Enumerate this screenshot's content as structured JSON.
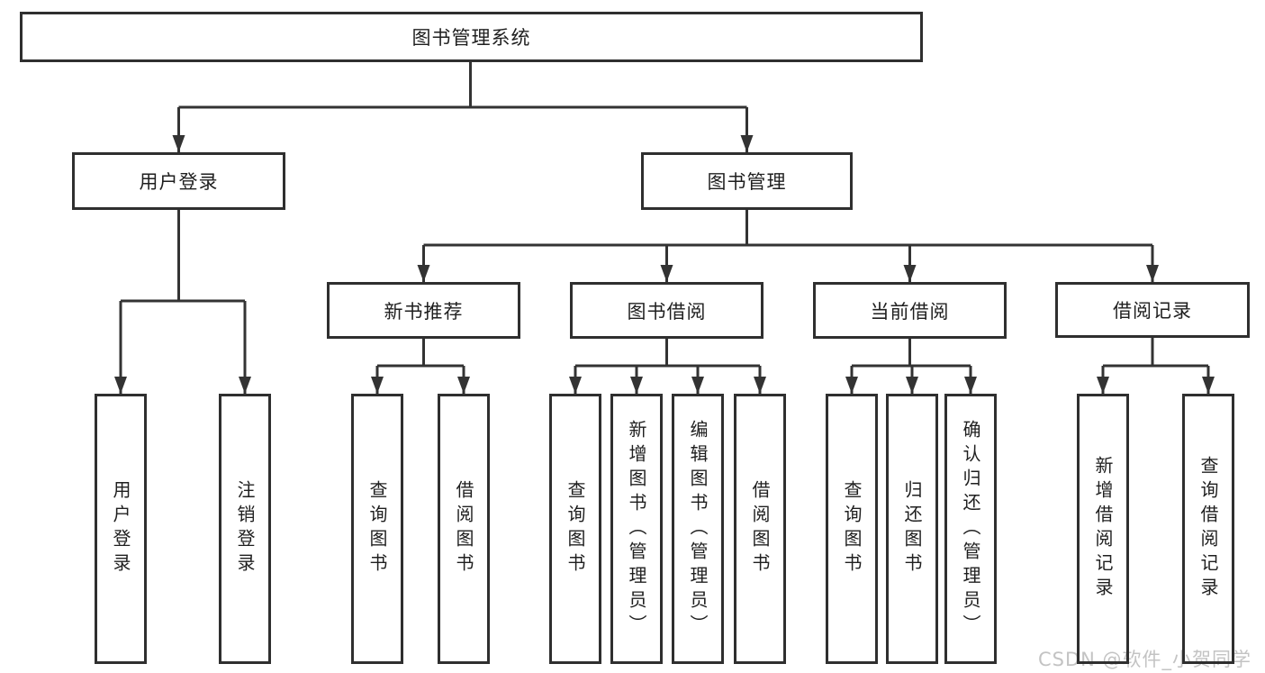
{
  "diagram": {
    "root": {
      "label": "图书管理系统"
    },
    "level2": [
      {
        "label": "用户登录"
      },
      {
        "label": "图书管理"
      }
    ],
    "level3": [
      {
        "label": "新书推荐",
        "parent": "图书管理"
      },
      {
        "label": "图书借阅",
        "parent": "图书管理"
      },
      {
        "label": "当前借阅",
        "parent": "图书管理"
      },
      {
        "label": "借阅记录",
        "parent": "图书管理"
      }
    ],
    "leaves": [
      {
        "label": "用户登录",
        "parent": "用户登录"
      },
      {
        "label": "注销登录",
        "parent": "用户登录"
      },
      {
        "label": "查询图书",
        "parent": "新书推荐"
      },
      {
        "label": "借阅图书",
        "parent": "新书推荐"
      },
      {
        "label": "查询图书",
        "parent": "图书借阅"
      },
      {
        "label": "新增图书（管理员）",
        "parent": "图书借阅"
      },
      {
        "label": "编辑图书（管理员）",
        "parent": "图书借阅"
      },
      {
        "label": "借阅图书",
        "parent": "图书借阅"
      },
      {
        "label": "查询图书",
        "parent": "当前借阅"
      },
      {
        "label": "归还图书",
        "parent": "当前借阅"
      },
      {
        "label": "确认归还（管理员）",
        "parent": "当前借阅"
      },
      {
        "label": "新增借阅记录",
        "parent": "借阅记录"
      },
      {
        "label": "查询借阅记录",
        "parent": "借阅记录"
      }
    ],
    "colors": {
      "line": "#333333",
      "box_border": "#2f2f2f",
      "box_bg": "#ffffff",
      "text": "#1f1f1f",
      "watermark": "#c3c3c3"
    },
    "watermark": "CSDN @软件_小贺同学"
  }
}
